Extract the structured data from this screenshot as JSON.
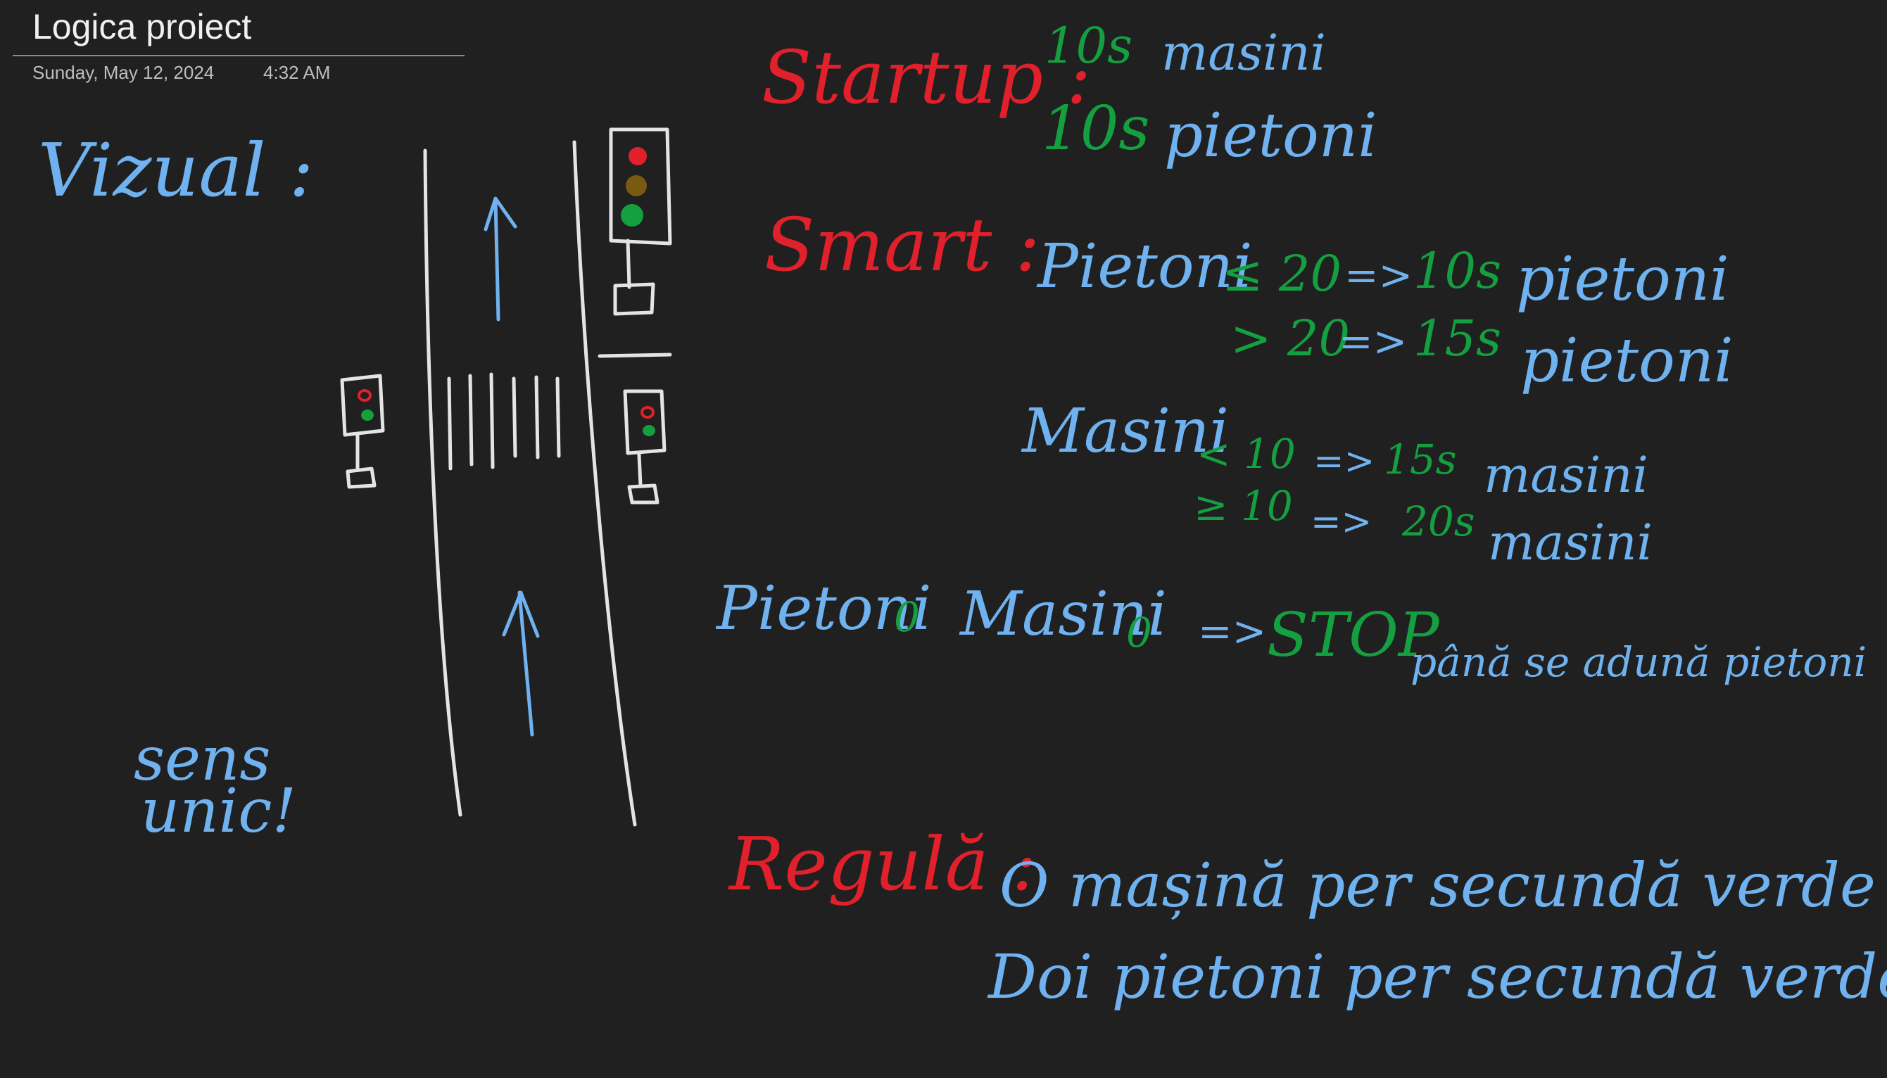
{
  "page": {
    "title": "Logica proiect",
    "date": "Sunday, May 12, 2024",
    "time": "4:32 AM"
  },
  "notes": {
    "vizual": "Vizual :",
    "sens": "sens",
    "unic": "unic!",
    "startup_label": "Startup :",
    "startup_line1_time": "10s",
    "startup_line1_text": "masini",
    "startup_line2_time": "10s",
    "startup_line2_text": "pietoni",
    "smart_label": "Smart :",
    "smart_p1_subject": "Pietoni",
    "smart_p1_cond": "≤ 20",
    "smart_p1_arrow": "=>",
    "smart_p1_time": "10s",
    "smart_p1_text": "pietoni",
    "smart_p2_cond": "> 20",
    "smart_p2_arrow": "=>",
    "smart_p2_time": "15s",
    "smart_p2_text": "pietoni",
    "smart_m1_subject": "Masini",
    "smart_m1_cond": "< 10",
    "smart_m1_arrow": "=>",
    "smart_m1_time": "15s",
    "smart_m1_text": "masini",
    "smart_m2_cond": "≥ 10",
    "smart_m2_arrow": "=>",
    "smart_m2_time": "20s",
    "smart_m2_text": "masini",
    "zero_subject1": "Pietoni",
    "zero_value1": "0",
    "zero_subject2": "Masini",
    "zero_value2": "0",
    "zero_arrow": "=>",
    "zero_result": "STOP",
    "zero_note": "până se adună pietoni",
    "regula_label": "Regulă :",
    "regula_line1": "O mașină per secundă verde",
    "regula_line2": "Doi pietoni per secundă verde"
  },
  "colors": {
    "background": "#202020",
    "ink_blue": "#6fb2ef",
    "ink_red": "#e0202a",
    "ink_green": "#14a040",
    "sketch_white": "#e4e4e4",
    "light_yellow": "#7a5a10"
  }
}
